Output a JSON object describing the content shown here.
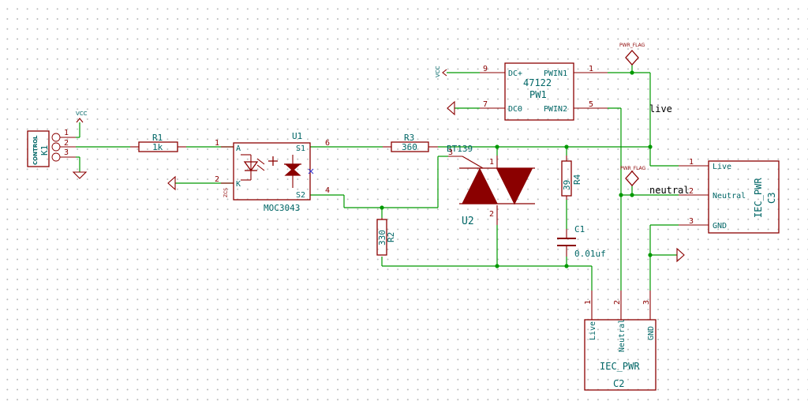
{
  "k1": {
    "ref": "K1",
    "label": "CONTROL",
    "pin1": "1",
    "pin2": "2",
    "pin3": "3"
  },
  "vcc": {
    "k1": "VCC",
    "pw1": "VCC"
  },
  "r1": {
    "ref": "R1",
    "value": "1k"
  },
  "u1": {
    "ref": "U1",
    "value": "MOC3043",
    "pin_a": "A",
    "pin_k": "K",
    "pin_s1": "S1",
    "pin_s2": "S2",
    "n1": "1",
    "n2": "2",
    "n4": "4",
    "n6": "6",
    "zc": "ZCS"
  },
  "r3": {
    "ref": "R3",
    "value": "360"
  },
  "r2": {
    "ref": "R2",
    "value": "330"
  },
  "u2": {
    "ref": "U2",
    "value": "BT139",
    "n1": "1",
    "n2": "2",
    "n3": "3"
  },
  "r4": {
    "ref": "R4",
    "value": "39"
  },
  "c1": {
    "ref": "C1",
    "value": "0.01uf"
  },
  "pw1": {
    "ref": "PW1",
    "value": "47122",
    "dcp": "DC+",
    "dc0": "DC0",
    "pwin1": "PWIN1",
    "pwin2": "PWIN2",
    "n9": "9",
    "n7": "7",
    "n1": "1",
    "n5": "5"
  },
  "flags": {
    "f1": "PWR_FLAG",
    "f2": "PWR_FLAG"
  },
  "nets": {
    "live": "live",
    "neutral": "neutral"
  },
  "c3": {
    "ref": "C3",
    "value": "IEC_PWR",
    "live": "Live",
    "neutral": "Neutral",
    "gnd": "GND",
    "n1": "1",
    "n2": "2",
    "n3": "3"
  },
  "c2": {
    "ref": "C2",
    "value": "IEC_PWR",
    "live": "Live",
    "neutral": "Neutral",
    "gnd": "GND",
    "n1": "1",
    "n2": "2",
    "n3": "3"
  }
}
